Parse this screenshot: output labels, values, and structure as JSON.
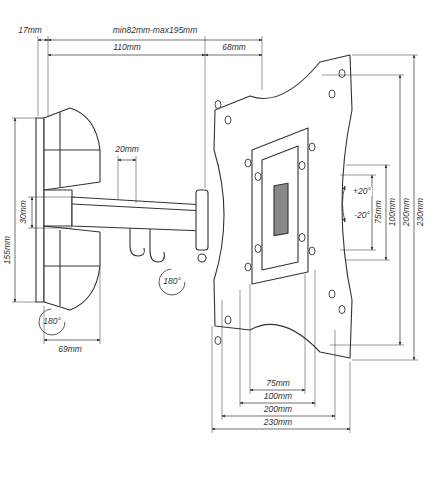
{
  "diagram": {
    "labels": [
      "17mm",
      "min82mm-max195mm",
      "110mm",
      "68mm",
      "20mm",
      "30mm",
      "155mm",
      "180°",
      "180°",
      "69mm",
      "+20°",
      "-20°",
      "75mm",
      "100mm",
      "200mm",
      "230mm",
      "75mm",
      "100mm",
      "200mm",
      "230mm"
    ]
  }
}
